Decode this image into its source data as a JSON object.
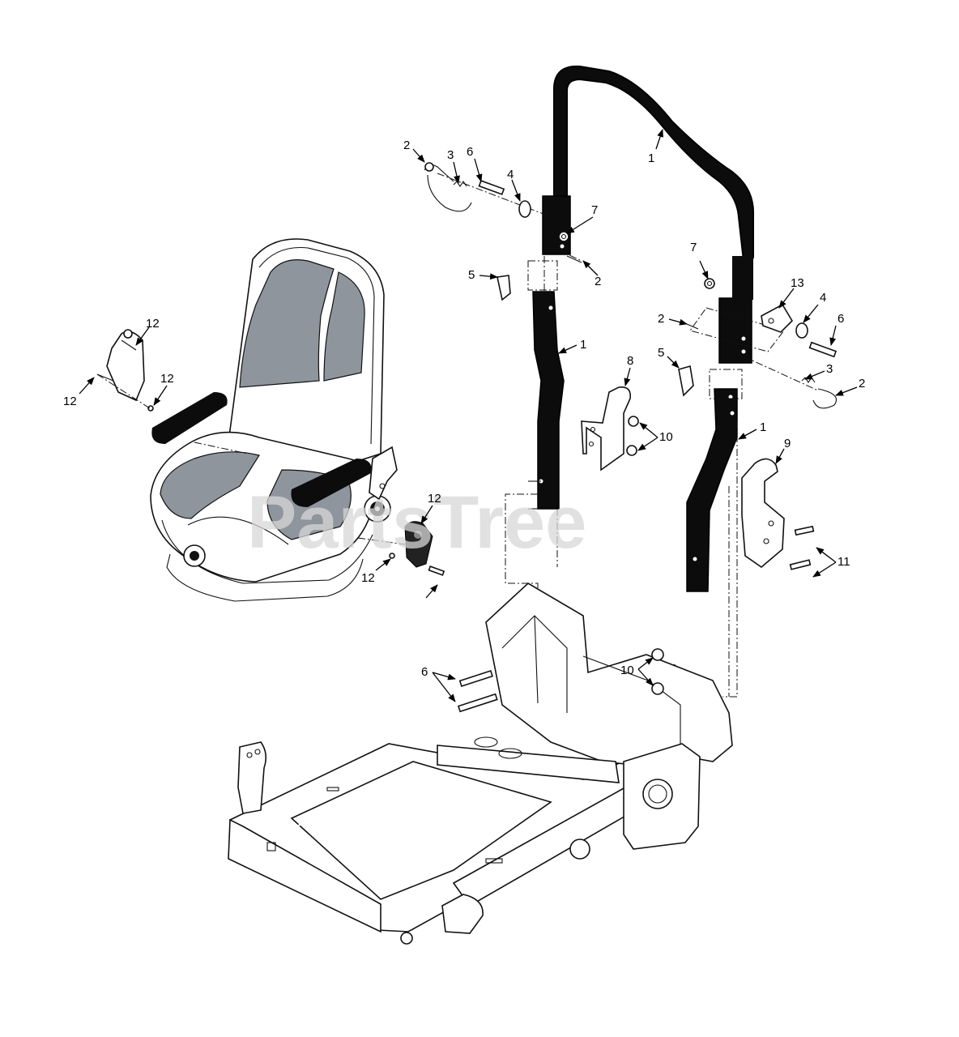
{
  "watermark": "PartsTree",
  "callouts": [
    {
      "label": "1"
    },
    {
      "label": "1"
    },
    {
      "label": "1"
    },
    {
      "label": "2"
    },
    {
      "label": "2"
    },
    {
      "label": "2"
    },
    {
      "label": "2"
    },
    {
      "label": "3"
    },
    {
      "label": "3"
    },
    {
      "label": "4"
    },
    {
      "label": "4"
    },
    {
      "label": "5"
    },
    {
      "label": "5"
    },
    {
      "label": "6"
    },
    {
      "label": "6"
    },
    {
      "label": "6"
    },
    {
      "label": "7"
    },
    {
      "label": "7"
    },
    {
      "label": "8"
    },
    {
      "label": "9"
    },
    {
      "label": "10"
    },
    {
      "label": "10"
    },
    {
      "label": "11"
    },
    {
      "label": "12"
    },
    {
      "label": "12"
    },
    {
      "label": "12"
    },
    {
      "label": "12"
    },
    {
      "label": "12"
    },
    {
      "label": "13"
    }
  ]
}
